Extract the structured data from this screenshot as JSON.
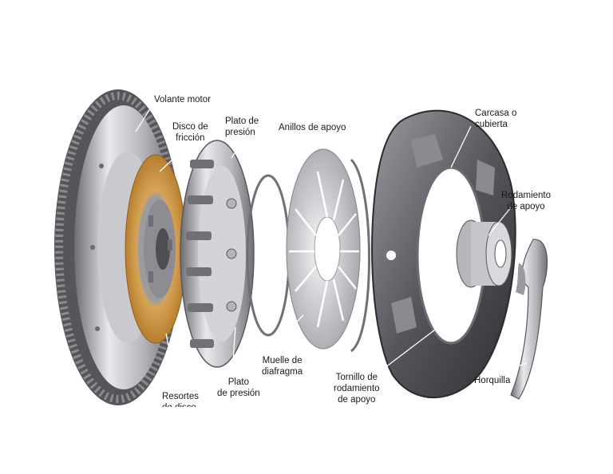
{
  "labels": {
    "volante_motor": "Volante motor",
    "disco_de_friccion": "Disco de\nfricción",
    "plato_de_presion_top": "Plato de\npresión",
    "anillos_de_apoyo": "Anillos de apoyo",
    "carcasa_o_cubierta": "Carcasa o\ncubierta",
    "rodamiento_de_apoyo": "Rodamiento\nde apoyo",
    "muelle_de_diafragma": "Muelle de\ndiafragma",
    "plato_de_presion_bottom": "Plato\nde presión",
    "tornillo_de_rodamiento": "Tornillo de\nrodamiento\nde apoyo",
    "horquilla": "Horquilla",
    "resortes_de_disco": "Resortes\nde disco"
  },
  "colors": {
    "metal_light": "#e4e4e6",
    "metal_mid": "#a9a9ad",
    "metal_dark": "#5b5b61",
    "friction_lining": "#c8923f",
    "leader_line": "#ffffff"
  }
}
